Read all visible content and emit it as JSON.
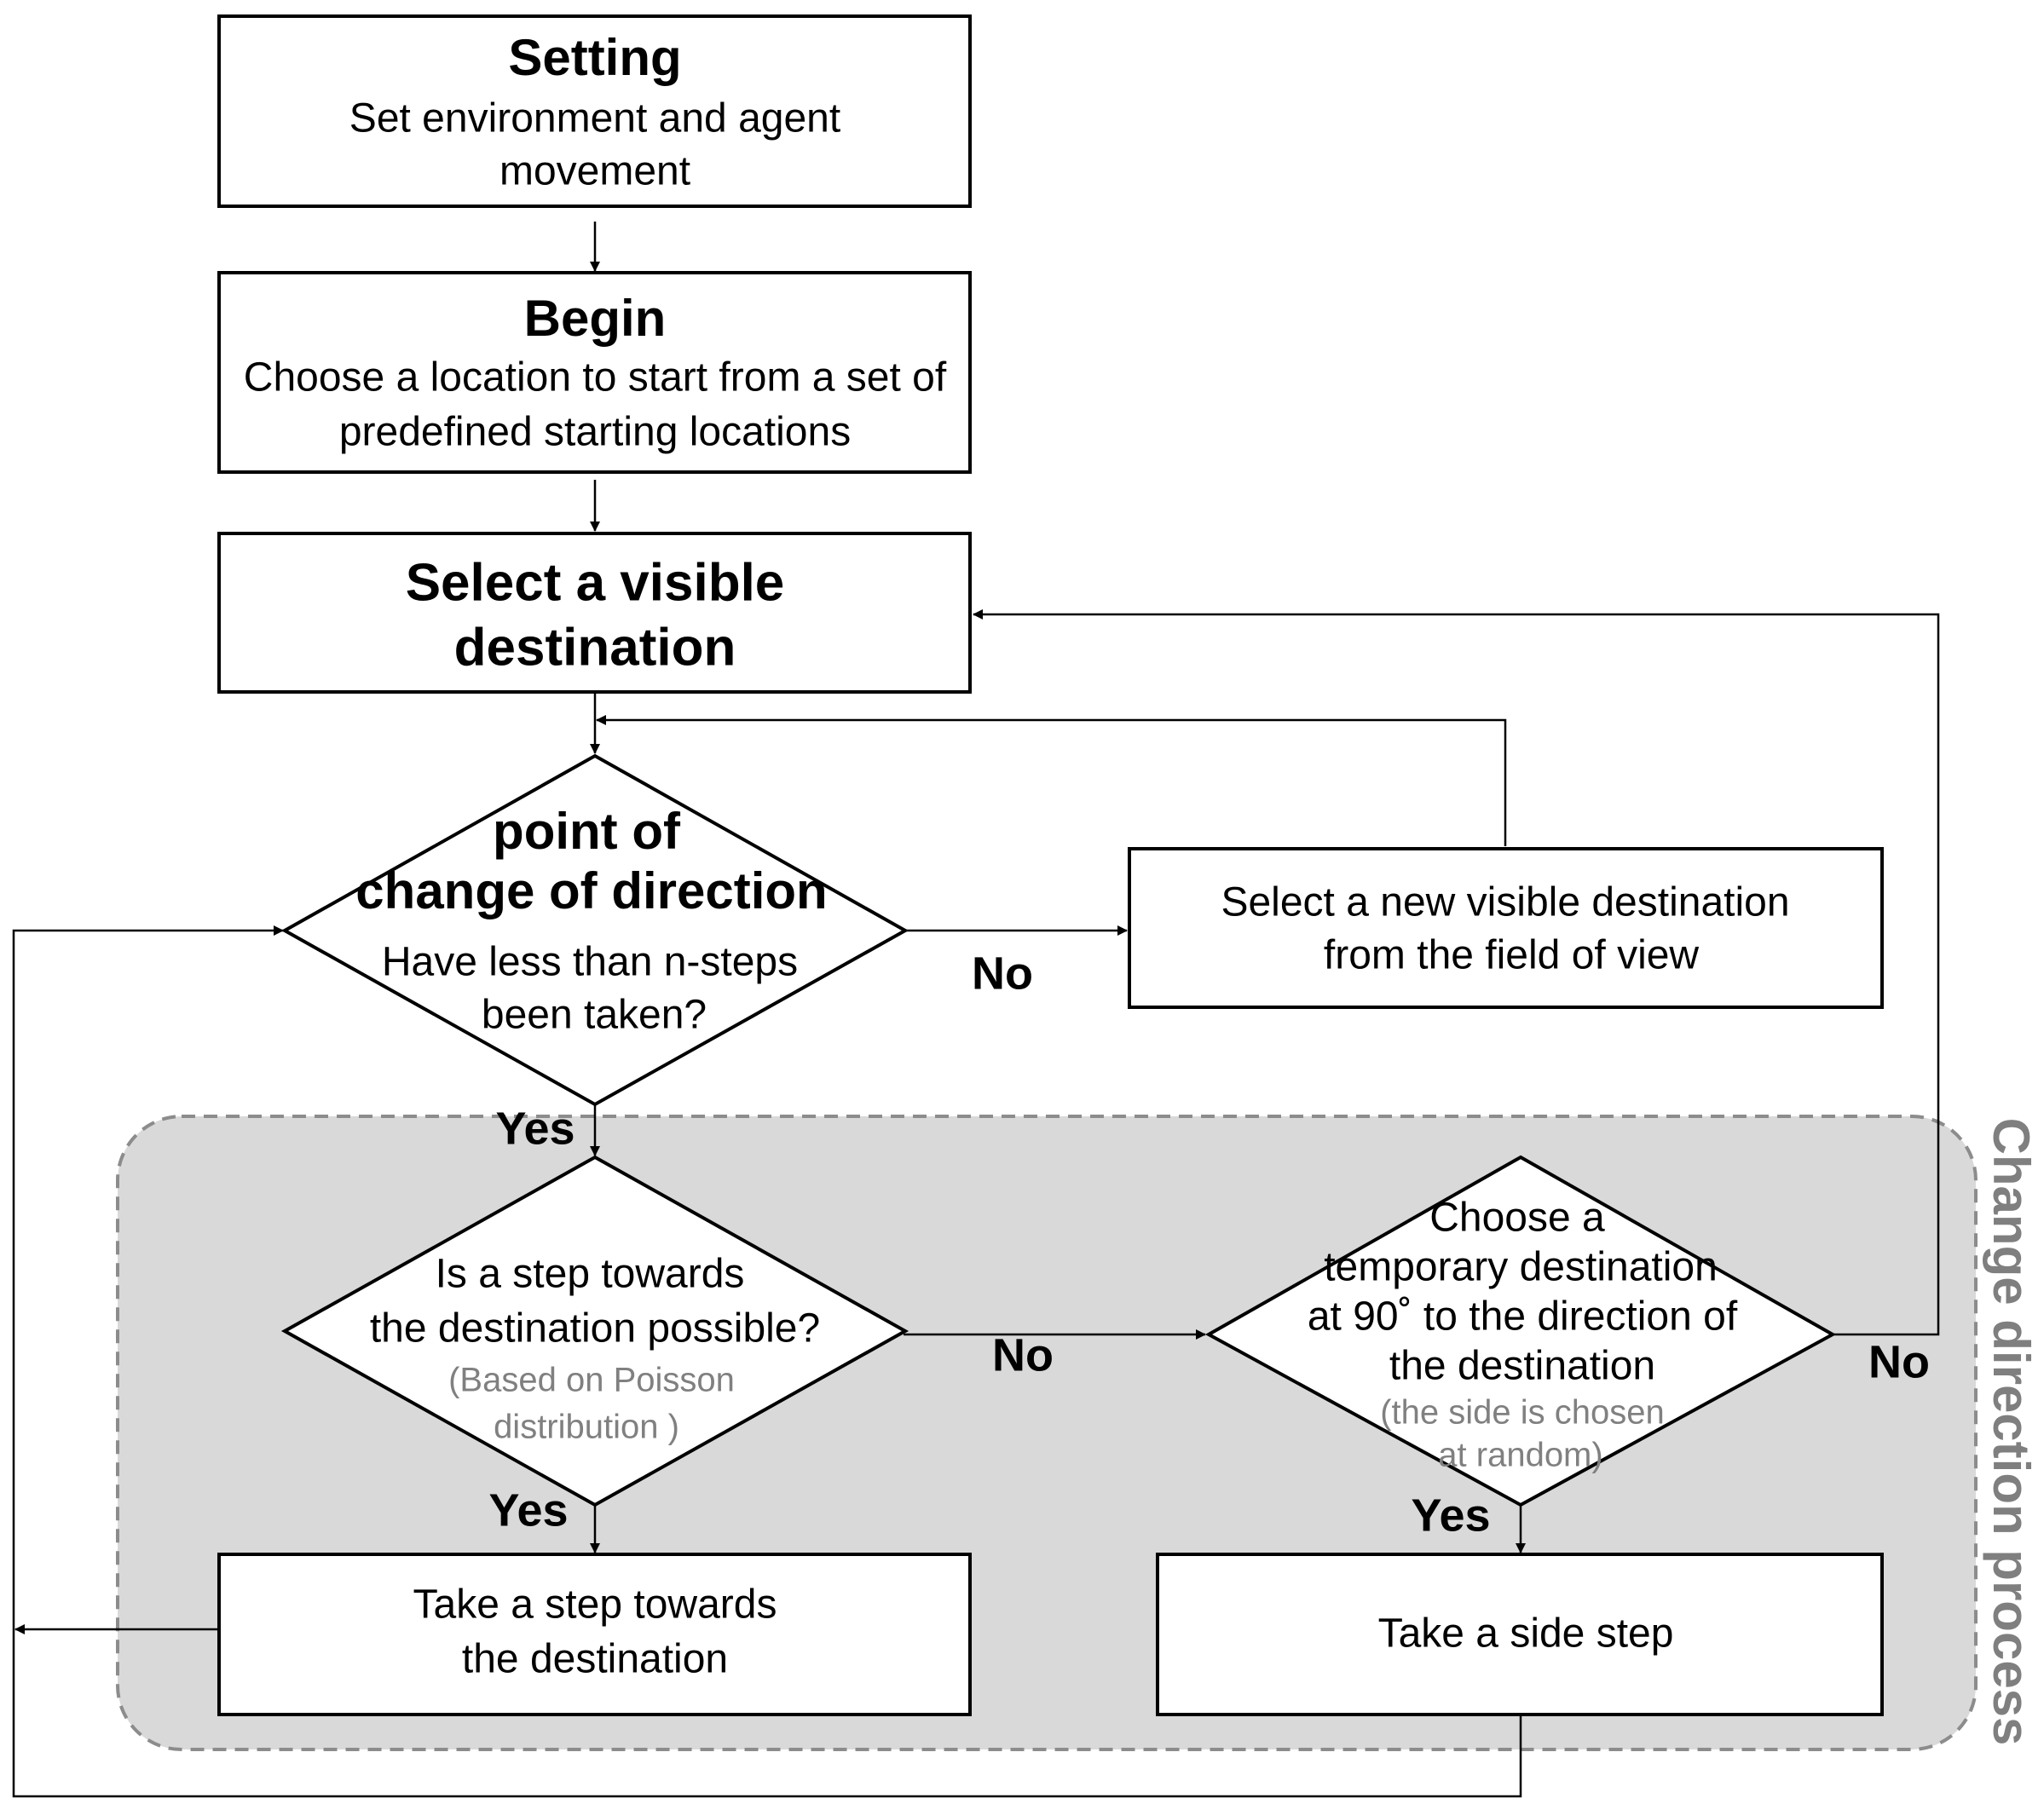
{
  "nodes": {
    "setting": {
      "title": "Setting",
      "lines": [
        "Set environment and agent",
        "movement"
      ]
    },
    "begin": {
      "title": "Begin",
      "lines": [
        "Choose a location to start from a set of",
        "predefined starting locations"
      ]
    },
    "select_dest": {
      "lines": [
        "Select a visible",
        "destination"
      ]
    },
    "change_point": {
      "title_lines": [
        "point of",
        "change of direction"
      ],
      "lines": [
        "Have less than n-steps",
        "been taken?"
      ]
    },
    "new_dest": {
      "lines": [
        "Select a new visible destination",
        "from the field of view"
      ]
    },
    "step_possible": {
      "lines": [
        "Is a step towards",
        "the destination possible?"
      ],
      "note_lines": [
        "(Based on Poisson",
        "distribution )"
      ]
    },
    "temp_dest": {
      "lines": [
        "Choose a",
        "temporary destination",
        "at 90˚ to the direction of",
        "the destination"
      ],
      "note_lines": [
        "(the side is chosen",
        "at random)"
      ]
    },
    "take_step": {
      "lines": [
        "Take a step towards",
        "the destination"
      ]
    },
    "side_step": {
      "lines": [
        "Take a side step"
      ]
    }
  },
  "edge_labels": {
    "change_no": "No",
    "change_yes": "Yes",
    "possible_no": "No",
    "possible_yes": "Yes",
    "temp_yes": "Yes",
    "temp_no": "No"
  },
  "group": {
    "label": "Change direction process"
  },
  "colors": {
    "group_fill": "#d9d9d9",
    "group_border": "#8c8c8c",
    "note_text": "#808080",
    "group_label": "#7f7f7f"
  }
}
